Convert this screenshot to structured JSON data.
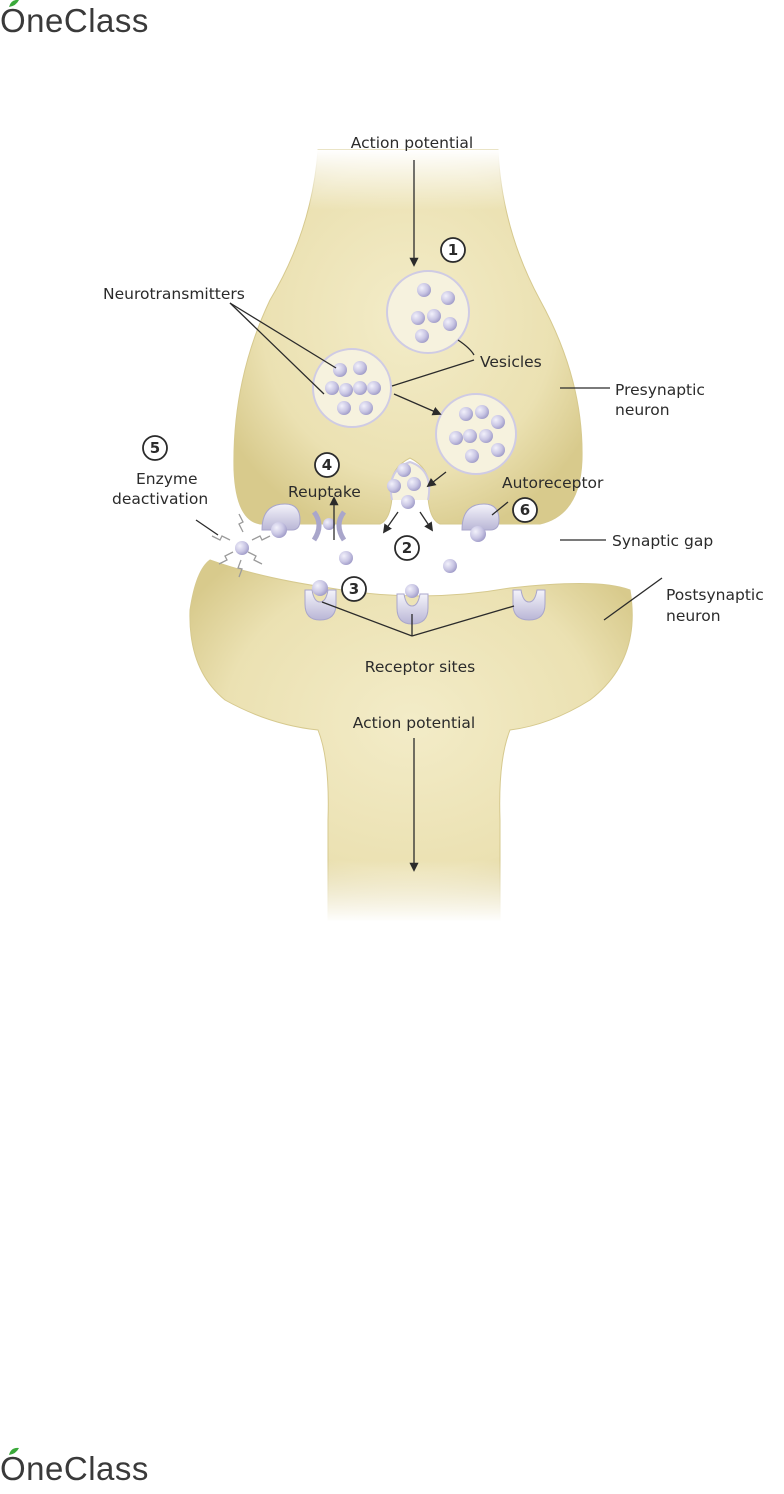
{
  "branding": {
    "logo_text_top": "OneClass",
    "logo_text_bottom": "OneClass"
  },
  "colors": {
    "neuron_fill": "#eee5b9",
    "neuron_shade": "#d9cc8f",
    "molecule": "#c7c4e2",
    "vesicle": "#f5f1dc",
    "logo_leaf": "#3aa93a"
  },
  "labels": {
    "action_potential_top": "Action potential",
    "neurotransmitters": "Neurotransmitters",
    "vesicles": "Vesicles",
    "presynaptic_1": "Presynaptic",
    "presynaptic_2": "neuron",
    "enzyme_1": "Enzyme",
    "enzyme_2": "deactivation",
    "reuptake": "Reuptake",
    "autoreceptor": "Autoreceptor",
    "synaptic_gap": "Synaptic gap",
    "postsynaptic_1": "Postsynaptic",
    "postsynaptic_2": "neuron",
    "receptor_sites": "Receptor sites",
    "action_potential_bottom": "Action potential"
  },
  "steps": [
    "1",
    "2",
    "3",
    "4",
    "5",
    "6"
  ]
}
